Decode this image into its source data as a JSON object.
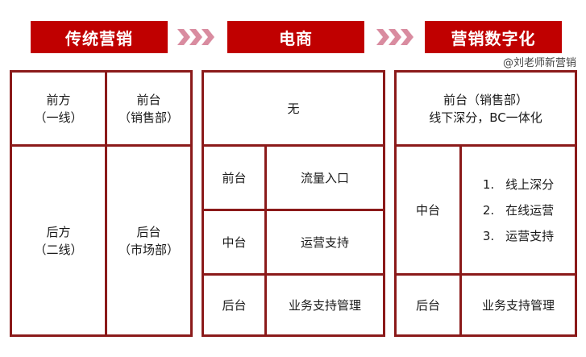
{
  "headers": [
    {
      "label": "传统营销"
    },
    {
      "label": "电商"
    },
    {
      "label": "营销数字化"
    }
  ],
  "arrow_glyph": "›››",
  "colors": {
    "header_bg": "#c00000",
    "border": "#8b1a1a",
    "arrow": "#d98ca0"
  },
  "watermark": "@刘老师新营销",
  "traditional": {
    "front_left": {
      "line1": "前方",
      "line2": "（一线）"
    },
    "front_right": {
      "line1": "前台",
      "line2": "（销售部）"
    },
    "back_left": {
      "line1": "后方",
      "line2": "（二线）"
    },
    "back_right": {
      "line1": "后台",
      "line2": "（市场部）"
    }
  },
  "ecommerce": {
    "top": "无",
    "rows": [
      {
        "label": "前台",
        "value": "流量入口"
      },
      {
        "label": "中台",
        "value": "运营支持"
      },
      {
        "label": "后台",
        "value": "业务支持管理"
      }
    ]
  },
  "digital": {
    "top": {
      "line1": "前台（销售部）",
      "line2": "线下深分，BC一体化"
    },
    "middle": {
      "label": "中台",
      "items": [
        {
          "num": "1.",
          "text": "线上深分"
        },
        {
          "num": "2.",
          "text": "在线运营"
        },
        {
          "num": "3.",
          "text": "运营支持"
        }
      ]
    },
    "back": {
      "label": "后台",
      "value": "业务支持管理"
    }
  }
}
